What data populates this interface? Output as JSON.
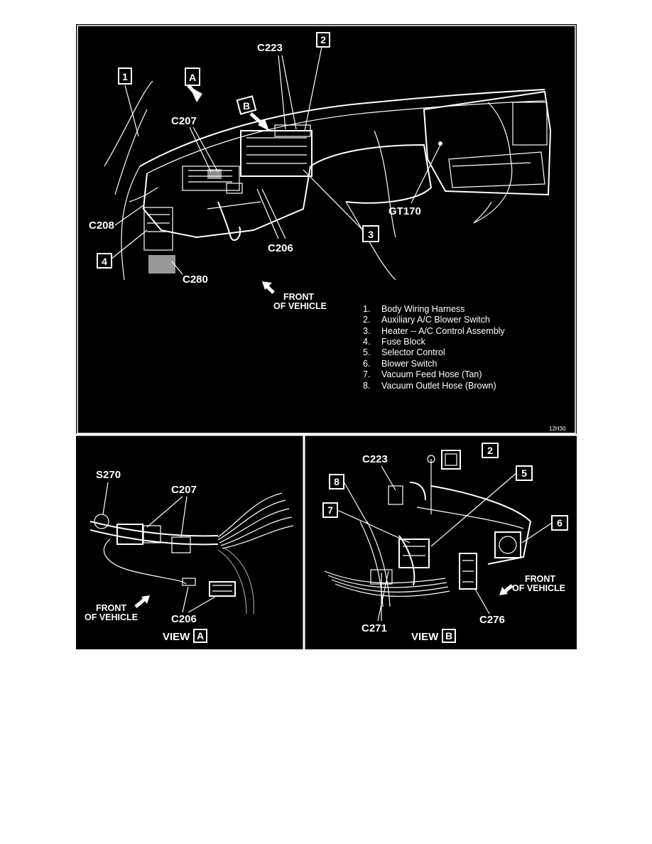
{
  "figure_id": "12H30",
  "main_view": {
    "callouts": [
      "1",
      "2",
      "3",
      "4"
    ],
    "view_markers": [
      "A",
      "B"
    ],
    "connectors": {
      "c223": "C223",
      "c207": "C207",
      "c208": "C208",
      "c206": "C206",
      "c280": "C280",
      "gt170": "GT170"
    },
    "front_line1": "FRONT",
    "front_line2": "OF VEHICLE"
  },
  "legend": [
    {
      "num": "1.",
      "text": "Body Wiring Harness"
    },
    {
      "num": "2.",
      "text": "Auxiliary A/C Blower Switch"
    },
    {
      "num": "3.",
      "text": "Heater -- A/C Control Assembly"
    },
    {
      "num": "4.",
      "text": "Fuse Block"
    },
    {
      "num": "5.",
      "text": "Selector Control"
    },
    {
      "num": "6.",
      "text": "Blower Switch"
    },
    {
      "num": "7.",
      "text": "Vacuum Feed Hose (Tan)"
    },
    {
      "num": "8.",
      "text": "Vacuum Outlet Hose (Brown)"
    }
  ],
  "view_a": {
    "s270": "S270",
    "c207": "C207",
    "c206": "C206",
    "front_line1": "FRONT",
    "front_line2": "OF VEHICLE",
    "view_label": "VIEW",
    "view_letter": "A"
  },
  "view_b": {
    "c223": "C223",
    "c271": "C271",
    "c276": "C276",
    "callouts": [
      "8",
      "7",
      "2",
      "5",
      "6"
    ],
    "front_line1": "FRONT",
    "front_line2": "OF VEHICLE",
    "view_label": "VIEW",
    "view_letter": "B"
  }
}
